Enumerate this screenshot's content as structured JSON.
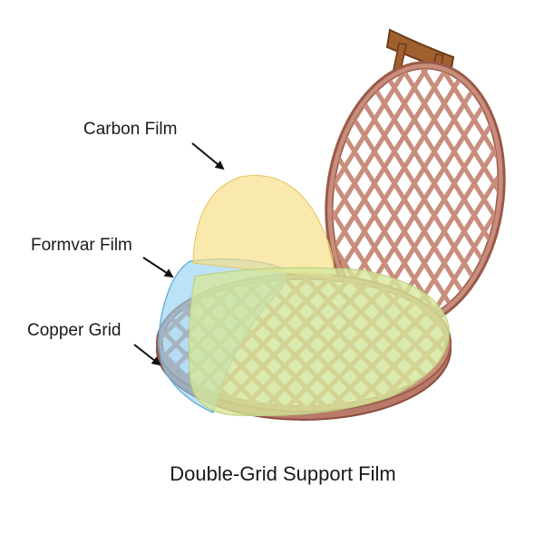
{
  "labels": {
    "carbon_film": "Carbon Film",
    "formvar_film": "Formvar Film",
    "copper_grid": "Copper Grid"
  },
  "caption": "Double-Grid Support Film",
  "colors": {
    "copper": "#c98d7c",
    "copper_edge": "#9a5a4a",
    "handle": "#a0602e",
    "carbon": "#f7e08a",
    "formvar": "#8fcff2",
    "green_overlay": "#d6e79a",
    "arrow": "#111111"
  },
  "icons": {
    "arrow": "arrow-icon"
  }
}
